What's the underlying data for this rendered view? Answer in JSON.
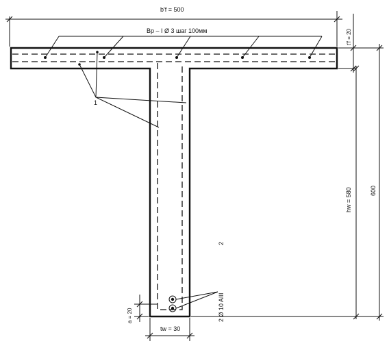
{
  "labels": {
    "flange_width": "b'f = 500",
    "flange_thickness": "t'f = 20",
    "mesh_note": "Bp – I  Ø 3 шаг 100мм",
    "leader_number": "1",
    "web_height": "hw = 580",
    "total_height": "600",
    "web_width": "tw = 30",
    "cover": "a = 20",
    "rebar_note": "2 Ø 10 AIII",
    "rebar_position": "2"
  }
}
